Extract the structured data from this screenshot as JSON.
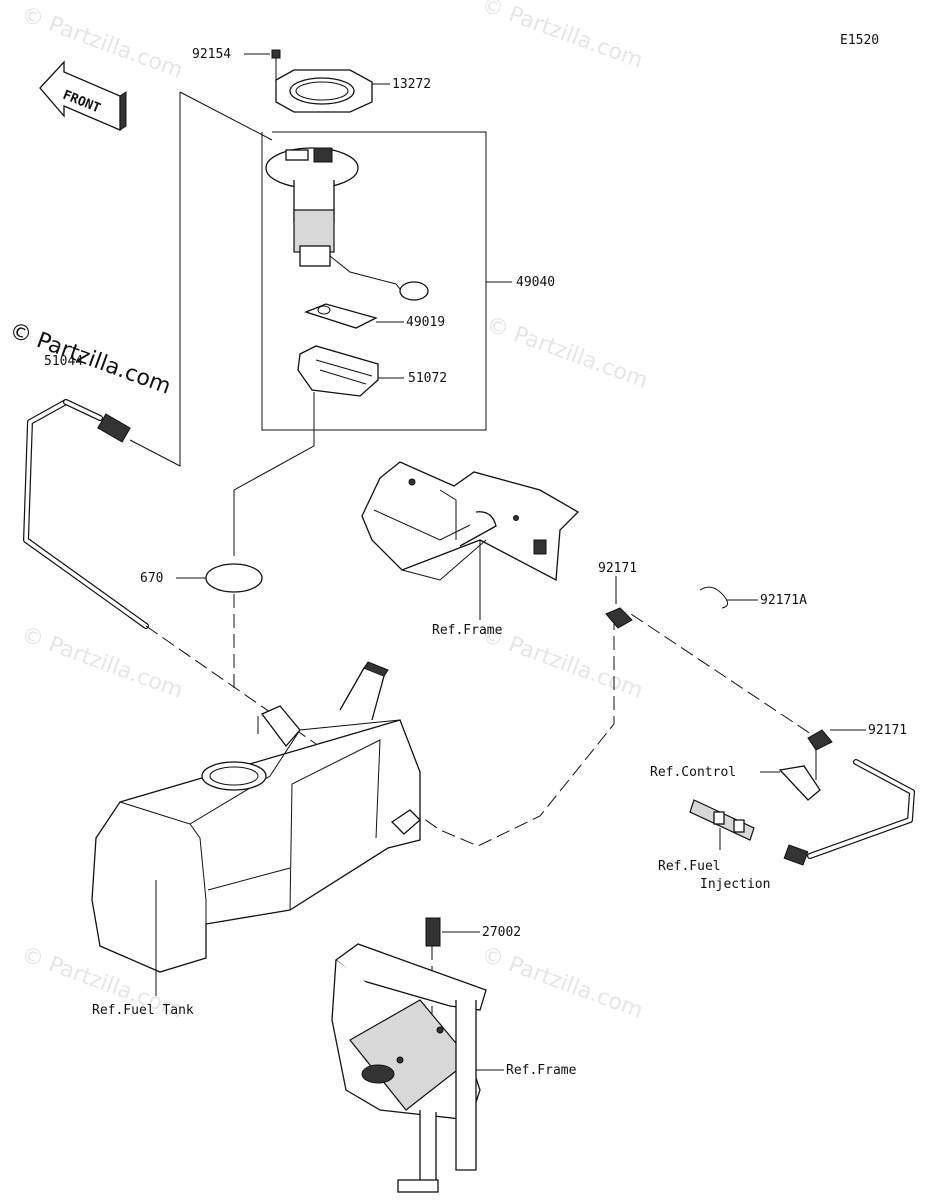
{
  "diagram_code": "E1520",
  "copyright_text": "© Partzilla.com",
  "watermark_text": "© Partzilla.com",
  "front_indicator": "FRONT",
  "callouts": {
    "bolt": "92154",
    "plate": "13272",
    "pump_assy": "49040",
    "gasket": "49019",
    "filter": "51072",
    "hose": "51044",
    "o_ring": "670",
    "clamp_a": "92171",
    "clamp_b": "92171A",
    "clamp_c": "92171",
    "connector": "27002"
  },
  "references": {
    "frame_upper": "Ref.Frame",
    "frame_lower": "Ref.Frame",
    "control": "Ref.Control",
    "fuel_injection_line1": "Ref.Fuel",
    "fuel_injection_line2": "Injection",
    "fuel_tank": "Ref.Fuel Tank"
  },
  "icons": [
    "front-arrow-icon"
  ]
}
